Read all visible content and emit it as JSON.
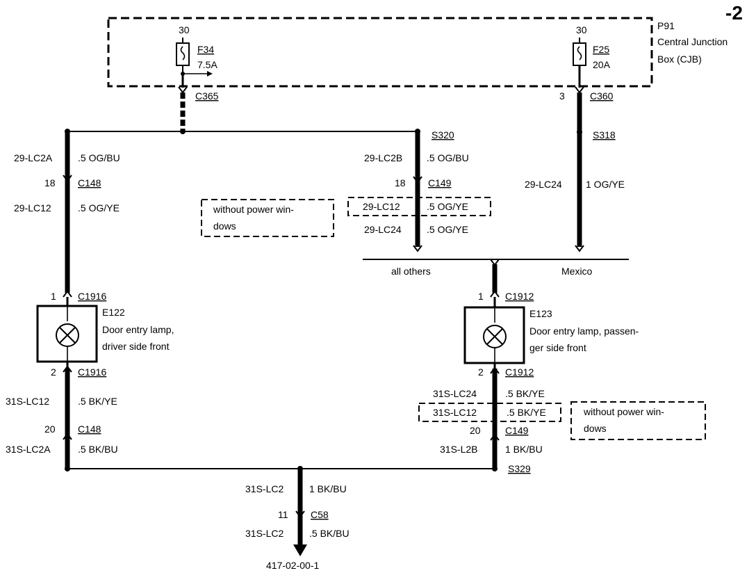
{
  "page_id": "-2",
  "cjb": {
    "ref": "P91",
    "line1": "Central Junction",
    "line2": "Box (CJB)"
  },
  "fuse_f34": {
    "pin": "30",
    "name": "F34",
    "rating": "7.5A",
    "connector": "C365"
  },
  "fuse_f25": {
    "pin": "30",
    "name": "F25",
    "rating": "20A",
    "connector_pin": "3",
    "connector": "C360"
  },
  "splices": {
    "s320": "S320",
    "s318": "S318",
    "s329": "S329"
  },
  "wire_labels": {
    "lc2a": "29-LC2A",
    "lc2a_spec": ".5 OG/BU",
    "lc2b": "29-LC2B",
    "lc2b_spec": ".5 OG/BU",
    "lc24_mexico": "29-LC24",
    "lc24_mexico_spec": "1 OG/YE",
    "lc12_left": "29-LC12",
    "lc12_left_spec": ".5 OG/YE",
    "lc12_right": "29-LC12",
    "lc12_right_spec": ".5 OG/YE",
    "lc24_right": "29-LC24",
    "lc24_right_spec": ".5 OG/YE",
    "gnd_lc12_left": "31S-LC12",
    "gnd_lc12_left_spec": ".5 BK/YE",
    "gnd_lc2a": "31S-LC2A",
    "gnd_lc2a_spec": ".5 BK/BU",
    "gnd_lc24": "31S-LC24",
    "gnd_lc24_spec": ".5 BK/YE",
    "gnd_lc12_right": "31S-LC12",
    "gnd_lc12_right_spec": ".5 BK/YE",
    "gnd_l2b": "31S-L2B",
    "gnd_l2b_spec": "1 BK/BU",
    "gnd_lc2": "31S-LC2",
    "gnd_lc2_spec": "1 BK/BU",
    "gnd_lc2_b": "31S-LC2",
    "gnd_lc2_b_spec": ".5 BK/BU"
  },
  "connectors": {
    "c148_top": {
      "pin": "18",
      "name": "C148"
    },
    "c149_top": {
      "pin": "18",
      "name": "C149"
    },
    "c148_bottom": {
      "pin": "20",
      "name": "C148"
    },
    "c149_bottom": {
      "pin": "20",
      "name": "C149"
    },
    "c58": {
      "pin": "11",
      "name": "C58"
    }
  },
  "notes": {
    "left_line1": "without power win-",
    "left_line2": "dows",
    "right_line1": "without power win-",
    "right_line2": "dows"
  },
  "branch": {
    "left": "all others",
    "right": "Mexico"
  },
  "lamp_e122": {
    "ref": "E122",
    "line1": "Door entry lamp,",
    "line2": "driver side front",
    "pin_top": "1",
    "conn_top": "C1916",
    "pin_bottom": "2",
    "conn_bottom": "C1916"
  },
  "lamp_e123": {
    "ref": "E123",
    "line1": "Door entry lamp, passen-",
    "line2": "ger side front",
    "pin_top": "1",
    "conn_top": "C1912",
    "pin_bottom": "2",
    "conn_bottom": "C1912"
  },
  "footer_code": "417-02-00-1"
}
